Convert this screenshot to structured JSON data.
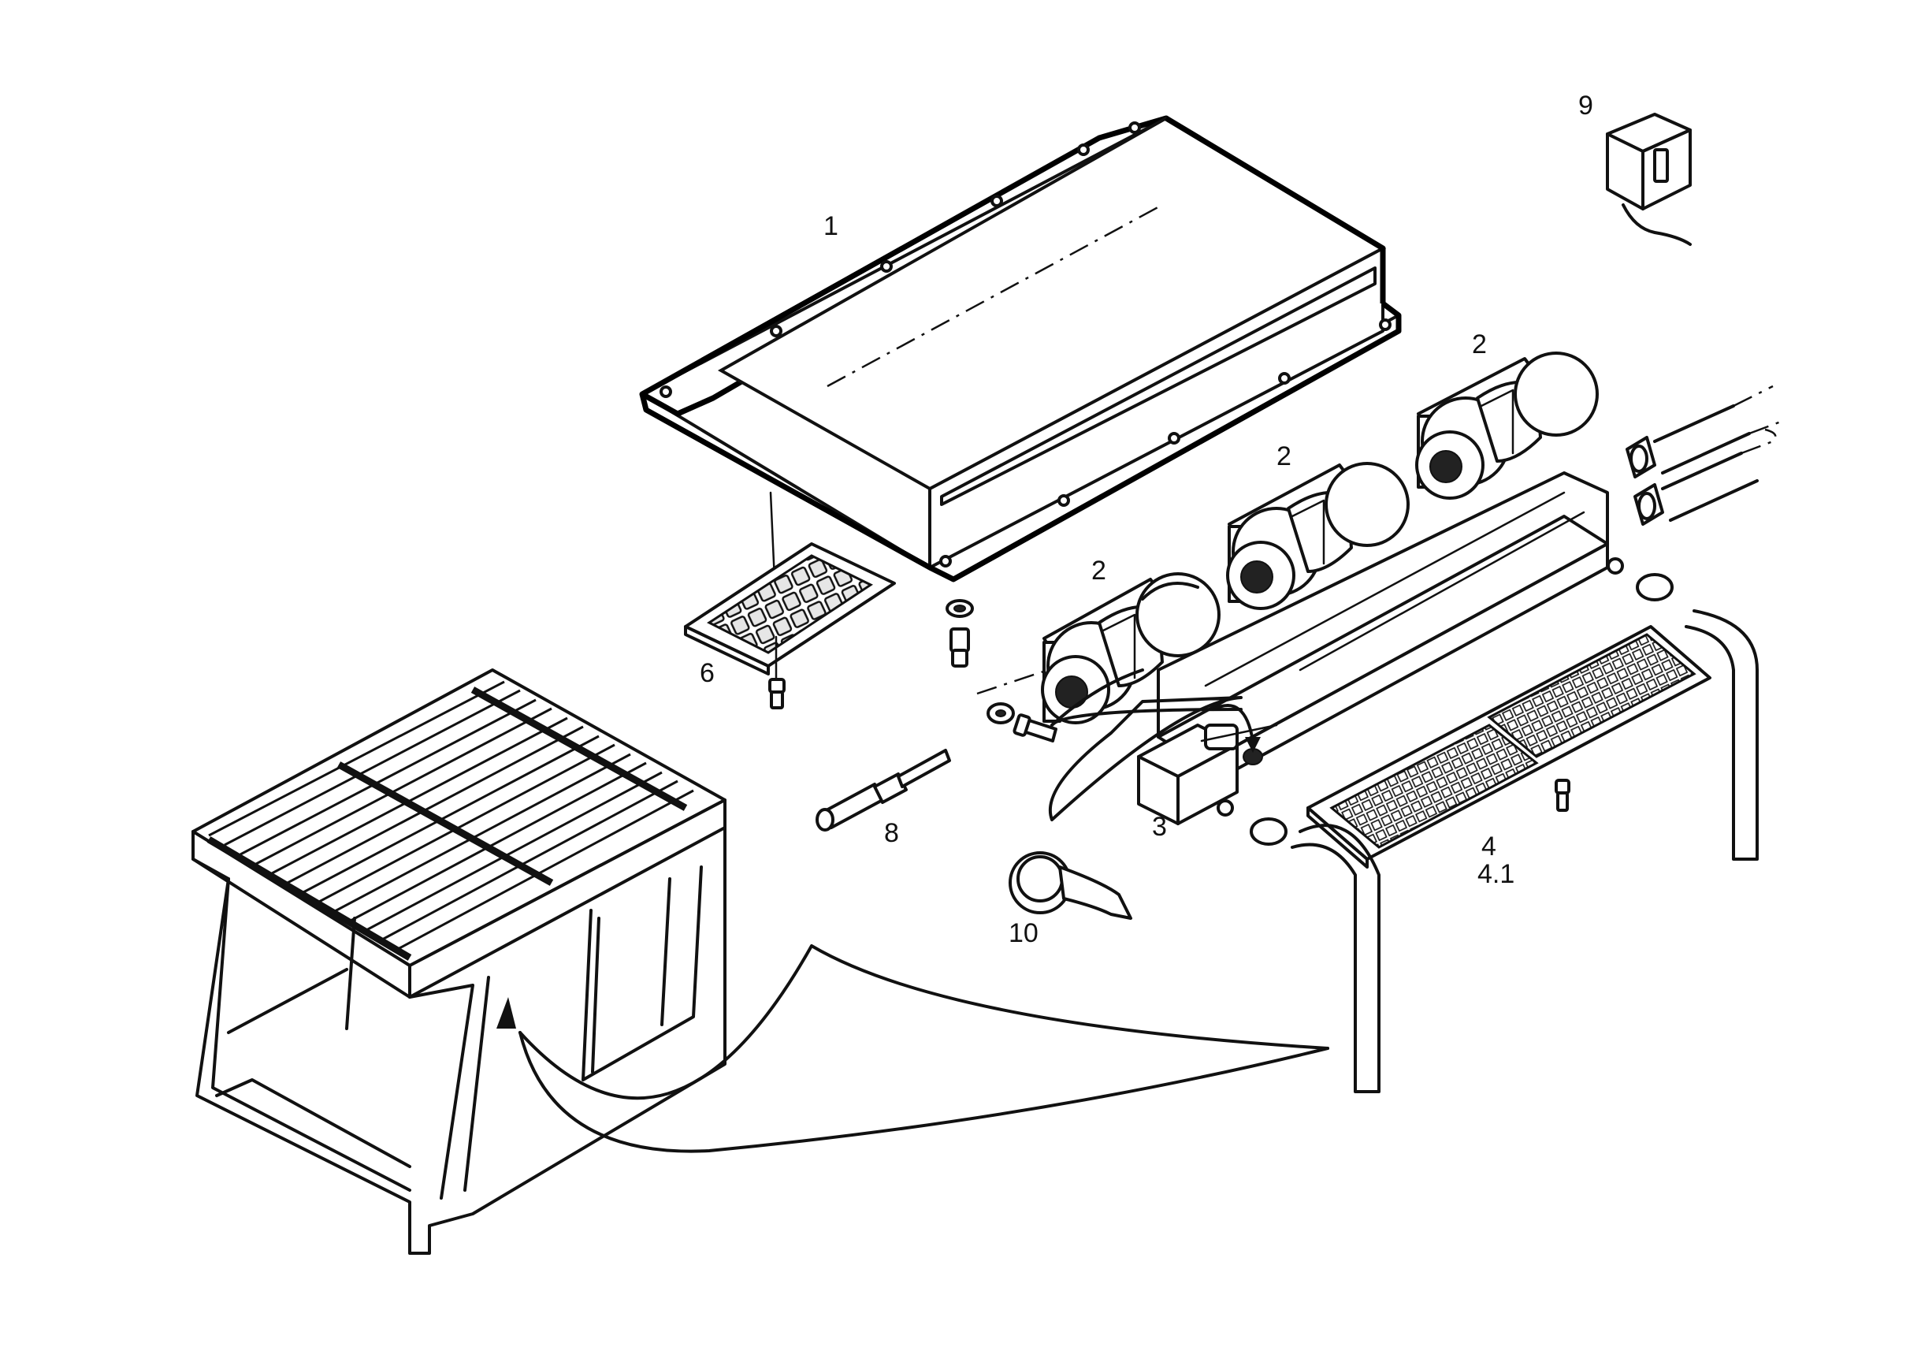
{
  "callouts": {
    "c1": "1",
    "c2a": "2",
    "c2b": "2",
    "c2c": "2",
    "c3": "3",
    "c4": "4",
    "c4_1": "4.1",
    "c6": "6",
    "c8": "8",
    "c9": "9",
    "c10": "10"
  }
}
